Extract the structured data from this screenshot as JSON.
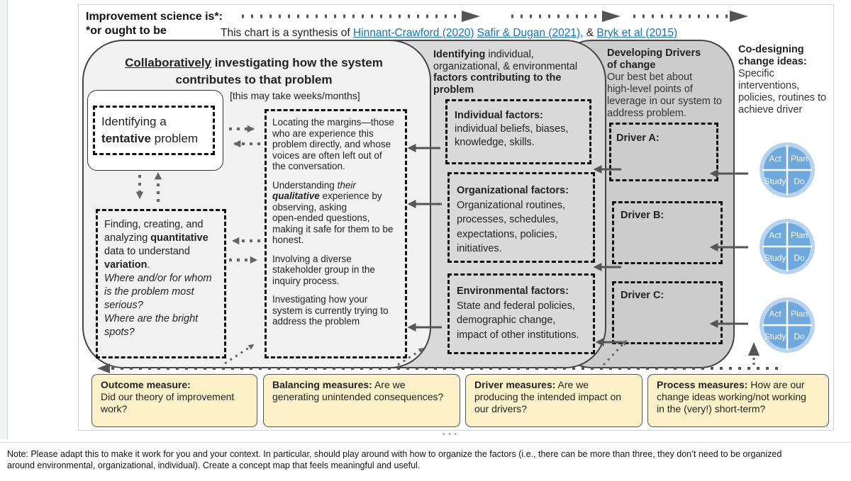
{
  "header": {
    "title_line1": "Improvement science is*:",
    "title_line2": "*or ought to be",
    "synthesis_prefix": "This chart is a synthesis of ",
    "ref1": "Hinnant-Crawford (2020)",
    "ref2": "Safir & Dugan (2021),",
    "amp": "&",
    "ref3": "Bryk et al (2015)"
  },
  "investigate": {
    "heading_link": "Collaboratively",
    "heading_rest1": " investigating how the system",
    "heading_rest2": "contributes to that problem",
    "duration": "[this may take weeks/months]",
    "problem_pre": "Identifying a",
    "problem_bold": "tentative",
    "problem_post": " problem",
    "quant_l1": "Finding, creating, and",
    "quant_l2a": "analyzing ",
    "quant_l2b": "quantitative",
    "quant_l3": "data to understand",
    "quant_l4": "variation",
    "quant_l4b": ".",
    "quant_i1": "Where and/or for whom",
    "quant_i2": "is the problem most",
    "quant_i3": "serious?",
    "quant_i4": "Where are the bright",
    "quant_i5": "spots?",
    "margins_1": "Locating the margins—those",
    "margins_2": "who are experience this",
    "margins_3": "problem directly, and whose",
    "margins_4": "voices are often left out of",
    "margins_5": "the conversation.",
    "qual_1a": "Understanding ",
    "qual_1b": "their",
    "qual_2a": "qualitative",
    "qual_2b": " experience by",
    "qual_3": "observing, asking",
    "qual_4": "open-ended questions,",
    "qual_5": "making it safe for them to be",
    "qual_6": "honest.",
    "stake_1": "Involving a diverse",
    "stake_2": "stakeholder group in the",
    "stake_3": "inquiry process.",
    "sys_1": "Investigating how your",
    "sys_2": "system is currently trying to",
    "sys_3": "address the problem"
  },
  "factors": {
    "heading_bold1": "Identifying",
    "heading_rest1": " individual,",
    "heading_l2": "organizational, & environmental",
    "heading_bold3": "factors contributing to the",
    "heading_bold4": "problem",
    "individual_title": "Individual factors:",
    "individual_1": "individual beliefs, biases,",
    "individual_2": "knowledge, skills.",
    "org_title": "Organizational factors:",
    "org_1": "Organizational routines,",
    "org_2": "processes, schedules,",
    "org_3": "expectations, policies,",
    "org_4": "initiatives.",
    "env_title": "Environmental factors:",
    "env_1": "State and federal policies,",
    "env_2": "demographic change,",
    "env_3": "impact of other institutions."
  },
  "drivers": {
    "heading_1": "Developing Drivers",
    "heading_2": "of change",
    "sub_1": "Our best bet about",
    "sub_2": "high-level points of",
    "sub_3": "leverage in our system to",
    "sub_4": "address problem.",
    "a": "Driver A:",
    "b": "Driver B:",
    "c": "Driver C:"
  },
  "codesign": {
    "heading_1": "Co-designing",
    "heading_2": "change ideas:",
    "sub_1": "Specific",
    "sub_2": "interventions,",
    "sub_3": "policies, routines to",
    "sub_4": "achieve driver",
    "pdsa": [
      "Act",
      "Plan",
      "Study",
      "Do"
    ]
  },
  "measures": {
    "outcome_title": "Outcome measure:",
    "outcome_1": "Did our theory of improvement",
    "outcome_2": "work?",
    "balancing_title": "Balancing measures:",
    "balancing_1": " Are we",
    "balancing_2": "generating unintended consequences?",
    "driver_title": "Driver measures:",
    "driver_1": " Are we",
    "driver_2": "producing the intended impact on",
    "driver_3": "our drivers?",
    "process_title": "Process measures:",
    "process_1": " How are our",
    "process_2": "change ideas working/not working",
    "process_3": "in the (very!) short-term?"
  },
  "note": {
    "line1": "Note: Please adapt this to make it work for you and your context.  In particular, should play around with how to organize the factors (i.e., there can be more than three, they don’t need to be organized",
    "line2": "around environmental, organizational, individual). Create a concept map that feels meaningful and useful."
  },
  "colors": {
    "region_light": "#f2f2f2",
    "region_mid": "#d9d9d9",
    "region_dark": "#cccccc",
    "measure_fill": "#fdf1c9",
    "pdsa_blue": "#6fa8dc",
    "link": "#1a73a8"
  }
}
